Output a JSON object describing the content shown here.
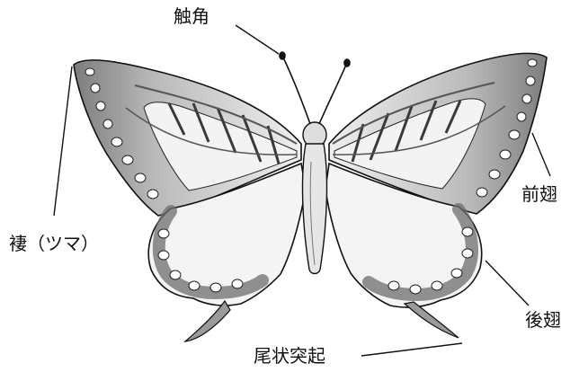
{
  "labels": {
    "antenna": "触角",
    "apex": "褄（ツマ）",
    "forewing": "前翅",
    "hindwing": "後翅",
    "tail": "尾状突起"
  },
  "colors": {
    "line": "#111111",
    "wing_fill": "#f1f1f1",
    "shade": "#8c8c8c",
    "spot": "#ffffff"
  }
}
